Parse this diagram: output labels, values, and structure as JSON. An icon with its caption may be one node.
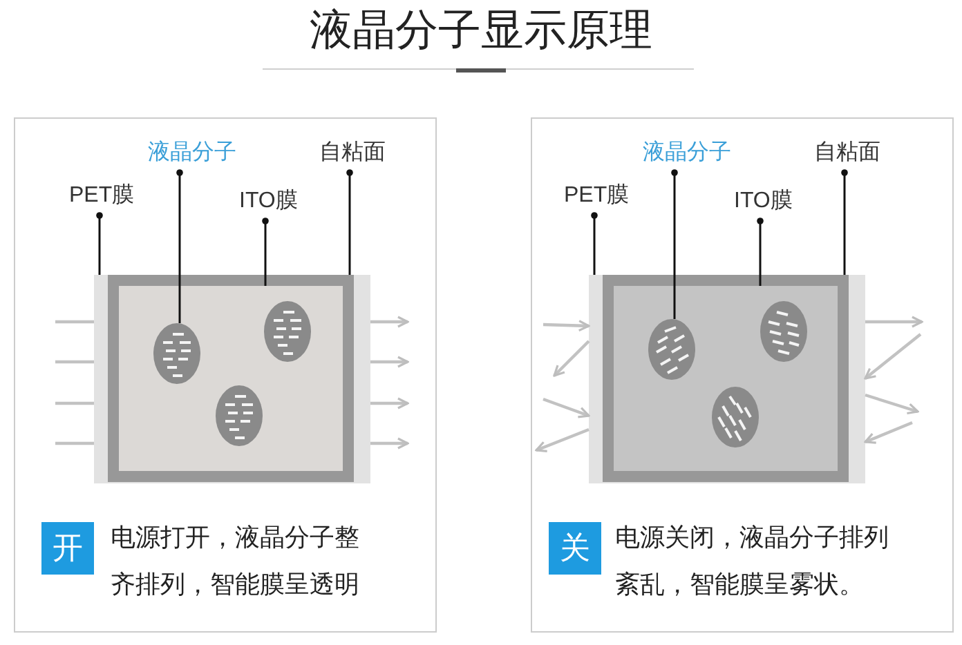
{
  "diagram": {
    "title": "液晶分子显示原理",
    "nodes": [
      {
        "text": [
          "电源打开，液晶分子整齐排列，智能膜呈透明"
        ]
      },
      {
        "text": [
          "PET膜"
        ],
        "in": 0
      },
      {
        "text": [
          "液晶分子"
        ],
        "in": 0
      },
      {
        "text": [
          "ITO膜"
        ],
        "in": 0
      },
      {
        "text": [
          "自粘面"
        ],
        "in": 0
      },
      {
        "text": [],
        "shape": "bar",
        "in": 0
      },
      {
        "text": [],
        "shape": "box",
        "in": 5
      },
      {
        "text": [],
        "shape": "box",
        "in": 6
      },
      {
        "text": [],
        "shape": "circle",
        "in": 7
      },
      {
        "text": [],
        "shape": "circle",
        "in": 7
      },
      {
        "text": [],
        "shape": "circle",
        "in": 7
      },
      {
        "text": [
          "开"
        ],
        "in": 0
      },
      {
        "text": [
          "电源关闭，液晶分子排列紊乱，智能膜呈雾状。"
        ]
      },
      {
        "text": [
          "PET膜"
        ],
        "in": 12
      },
      {
        "text": [
          "液晶分子"
        ],
        "in": 12
      },
      {
        "text": [
          "ITO膜"
        ],
        "in": 12
      },
      {
        "text": [
          "自粘面"
        ],
        "in": 12
      },
      {
        "text": [],
        "shape": "bar",
        "in": 12
      },
      {
        "text": [],
        "shape": "box",
        "in": 17
      },
      {
        "text": [],
        "shape": "box",
        "in": 18
      },
      {
        "text": [],
        "shape": "circle",
        "in": 19
      },
      {
        "text": [],
        "shape": "circle",
        "in": 19
      },
      {
        "text": [],
        "shape": "circle",
        "in": 19
      },
      {
        "text": [
          "关"
        ],
        "in": 12
      }
    ],
    "edges": [
      {
        "from": 1,
        "to": 5,
        "arrow": "other",
        "color": "#111111"
      },
      {
        "from": 2,
        "to": 8,
        "arrow": "other",
        "color": "#111111"
      },
      {
        "from": 3,
        "to": 7,
        "arrow": "other",
        "color": "#111111"
      },
      {
        "from": 4,
        "to": 6,
        "arrow": "other",
        "color": "#111111"
      },
      {
        "from": 13,
        "to": 17,
        "arrow": "other",
        "color": "#111111"
      },
      {
        "from": 14,
        "to": 20,
        "arrow": "other",
        "color": "#111111"
      },
      {
        "from": 15,
        "to": 19,
        "arrow": "other",
        "color": "#111111"
      },
      {
        "from": 16,
        "to": 18,
        "arrow": "other",
        "color": "#111111"
      },
      {
        "from": null,
        "to": 5,
        "arrow": "none"
      },
      {
        "from": null,
        "to": 5,
        "arrow": "none"
      },
      {
        "from": null,
        "to": 5,
        "arrow": "none"
      },
      {
        "from": null,
        "to": 5,
        "arrow": "none"
      },
      {
        "from": 5,
        "to": null,
        "arrow": "to"
      },
      {
        "from": 5,
        "to": null,
        "arrow": "to"
      },
      {
        "from": 5,
        "to": null,
        "arrow": "to"
      },
      {
        "from": 5,
        "to": null,
        "arrow": "to"
      },
      {
        "from": null,
        "to": 17,
        "arrow": "to"
      },
      {
        "from": 17,
        "to": null,
        "arrow": "to"
      },
      {
        "from": null,
        "to": 17,
        "arrow": "to"
      },
      {
        "from": 17,
        "to": null,
        "arrow": "to"
      },
      {
        "from": 17,
        "to": null,
        "arrow": "to"
      },
      {
        "from": null,
        "to": 17,
        "arrow": "to"
      },
      {
        "from": 17,
        "to": null,
        "arrow": "to"
      },
      {
        "from": null,
        "to": 17,
        "arrow": "to"
      }
    ]
  }
}
